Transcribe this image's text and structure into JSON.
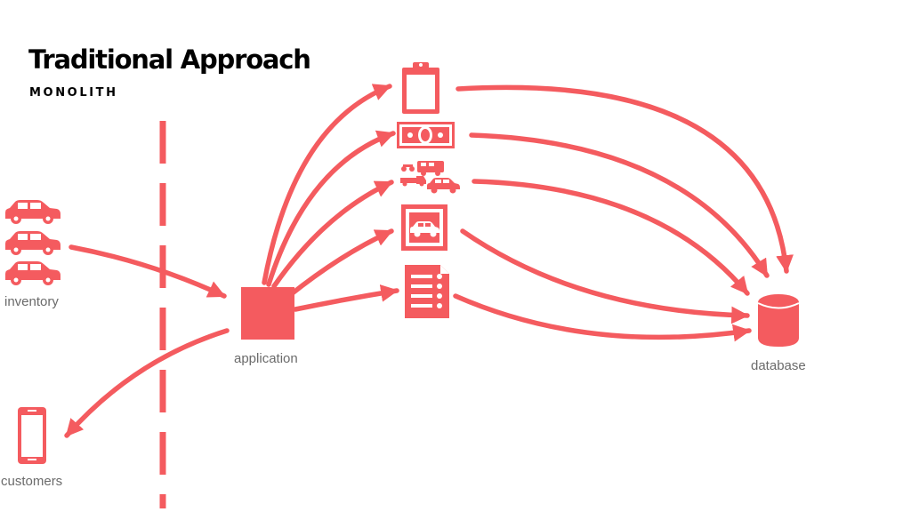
{
  "header": {
    "title": "Traditional Approach",
    "subtitle": "MONOLITH"
  },
  "labels": {
    "inventory": "inventory",
    "customers": "customers",
    "application": "application",
    "database": "database"
  },
  "icons": {
    "inventory": "cars-icon",
    "customers": "smartphone-icon",
    "application": "square-block-icon",
    "database": "database-cylinder-icon",
    "services": [
      "clipboard-icon",
      "banknote-icon",
      "vehicles-icon",
      "framed-car-icon",
      "checklist-icon"
    ]
  },
  "colors": {
    "accent": "#f45b5f",
    "text": "#000000",
    "muted": "#6b6b6b"
  }
}
